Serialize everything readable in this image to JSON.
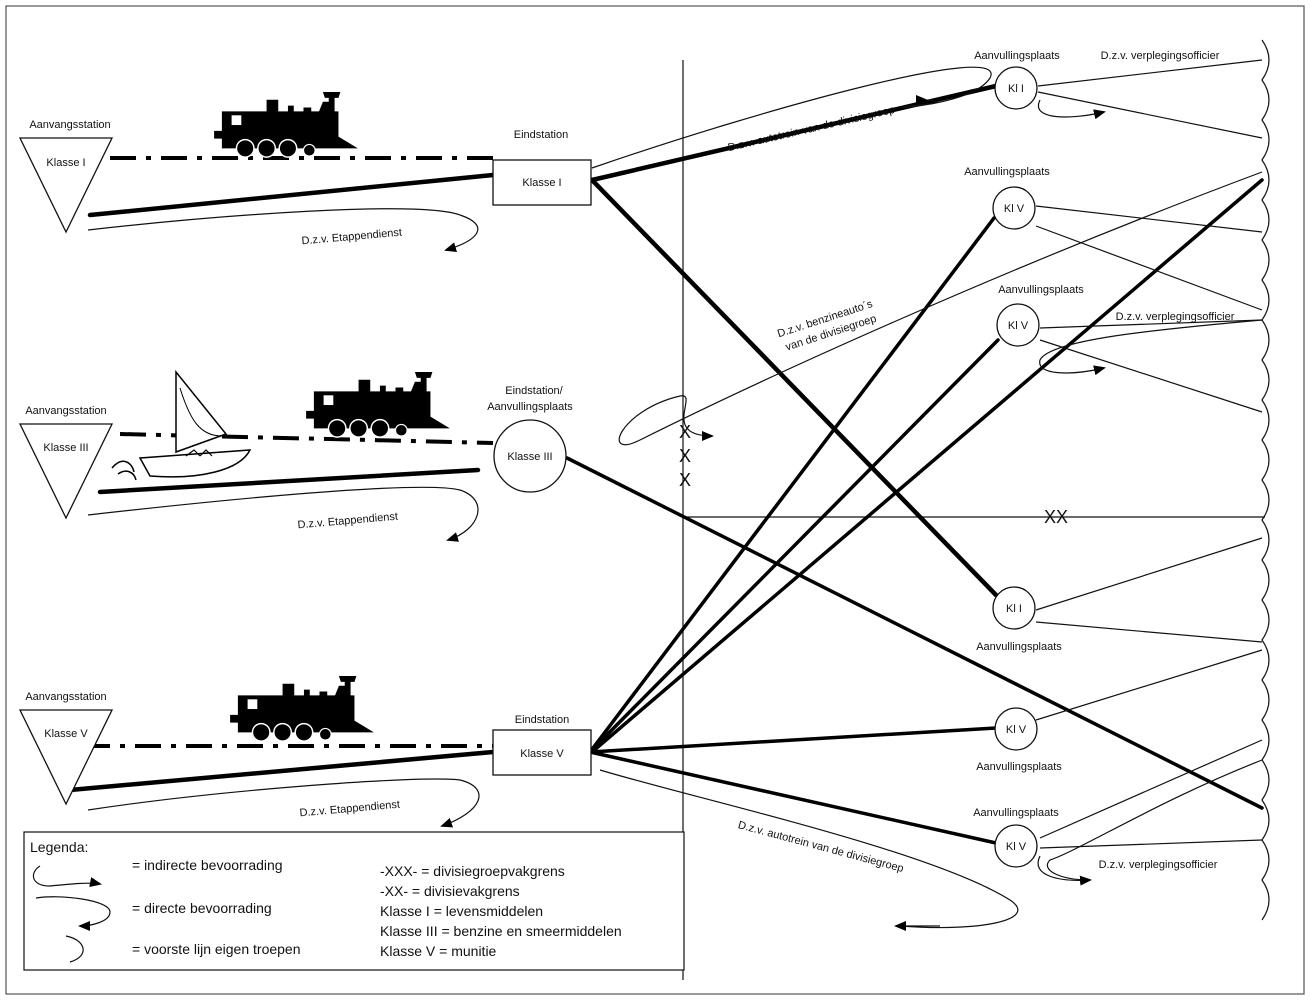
{
  "stations": {
    "origin_label": "Aanvangsstation",
    "origin1_class": "Klasse I",
    "origin3_class": "Klasse III",
    "origin5_class": "Klasse V",
    "end1_label": "Eindstation",
    "end1_class": "Klasse I",
    "end3_label_line1": "Eindstation/",
    "end3_label_line2": "Aanvullingsplaats",
    "end3_class": "Klasse III",
    "end5_label": "Eindstation",
    "end5_class": "Klasse V"
  },
  "supply_points": {
    "label": "Aanvullingsplaats",
    "kl1_top": "Kl I",
    "kl5_upper": "Kl V",
    "kl5_middle": "Kl V",
    "kl1_lower": "Kl I",
    "kl5_low": "Kl V",
    "kl5_bottom": "Kl V"
  },
  "annotations": {
    "etappendienst": "D.z.v. Etappendienst",
    "autotrein": "D.z.v. autotrein van de divisiegroep",
    "benzine_line1": "D.z.v. benzineauto´s",
    "benzine_line2": "van de divisiegroep",
    "verplegingsofficier": "D.z.v. verplegingsofficier",
    "xxx": "X",
    "xx": "XX"
  },
  "legend": {
    "title": "Legenda:",
    "indirect": "= indirecte bevoorrading",
    "direct": "= directe bevoorrading",
    "frontline": "= voorste lijn eigen troepen",
    "xxx_def": "-XXX- = divisiegroepvakgrens",
    "xx_def": "-XX- = divisievakgrens",
    "klasse1_def": "Klasse I = levensmiddelen",
    "klasse3_def": "Klasse III = benzine en smeermiddelen",
    "klasse5_def": "Klasse V = munitie"
  },
  "icons": [
    "locomotive-icon",
    "sailboat-icon"
  ]
}
